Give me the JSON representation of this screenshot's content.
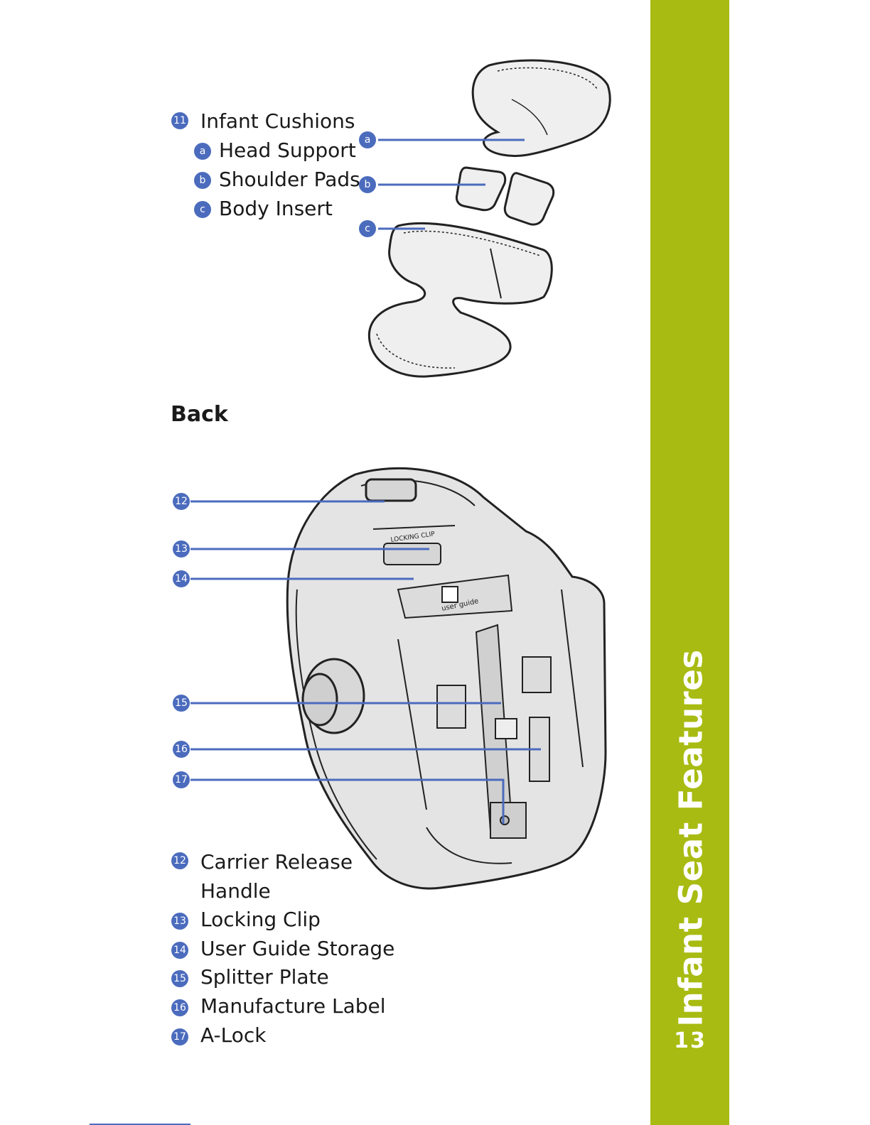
{
  "sidebar": {
    "title": "Infant Seat Features",
    "page_number": "13"
  },
  "cushions": {
    "heading": {
      "badge": "11",
      "label": "Infant Cushions"
    },
    "items": [
      {
        "badge": "a",
        "label": "Head Support"
      },
      {
        "badge": "b",
        "label": "Shoulder Pads"
      },
      {
        "badge": "c",
        "label": "Body Insert"
      }
    ],
    "callouts": [
      "a",
      "b",
      "c"
    ]
  },
  "back": {
    "title": "Back",
    "callouts": [
      "12",
      "13",
      "14",
      "15",
      "16",
      "17"
    ],
    "illustration_labels": {
      "locking_clip": "LOCKING CLIP",
      "user_guide": "user guide"
    },
    "items": [
      {
        "badge": "12",
        "label": "Carrier Release",
        "label2": "Handle"
      },
      {
        "badge": "13",
        "label": "Locking Clip"
      },
      {
        "badge": "14",
        "label": "User Guide Storage"
      },
      {
        "badge": "15",
        "label": "Splitter Plate"
      },
      {
        "badge": "16",
        "label": "Manufacture Label"
      },
      {
        "badge": "17",
        "label": "A-Lock"
      }
    ]
  },
  "colors": {
    "accent": "#a8bb12",
    "callout": "#4b6bbd"
  }
}
